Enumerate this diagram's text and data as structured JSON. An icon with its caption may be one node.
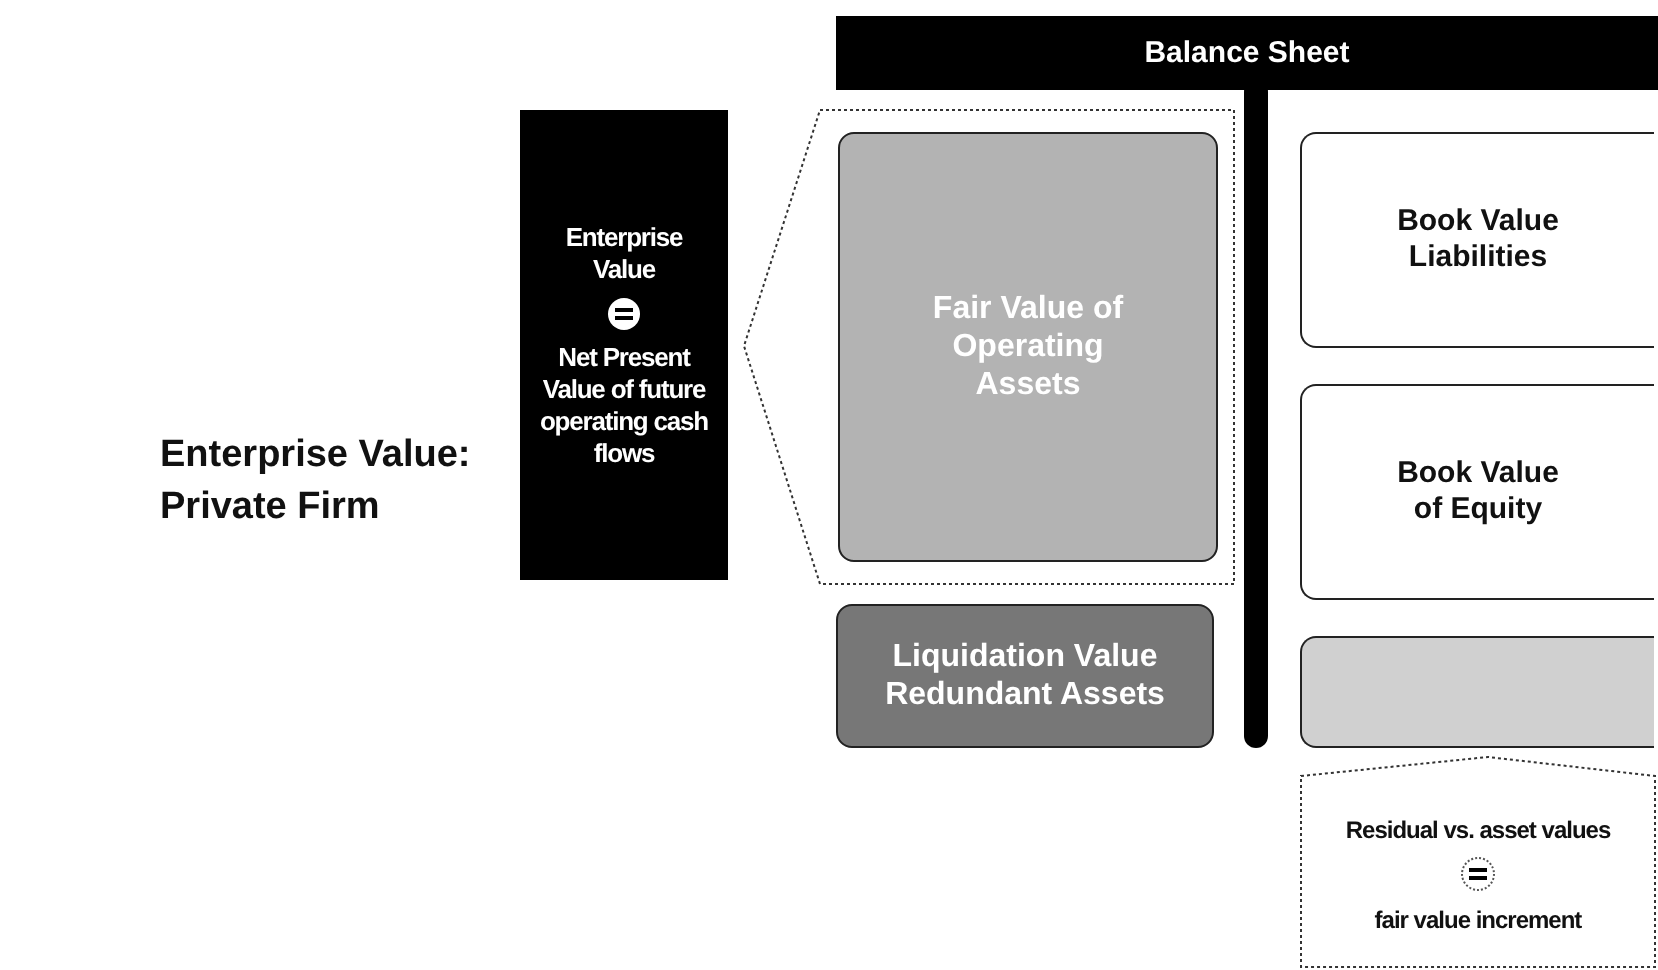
{
  "diagram": {
    "title": "Enterprise Value: Private Firm",
    "nodes": [
      {
        "text": [
          "Balance Sheet"
        ]
      },
      {
        "text": [
          "Enterprise Value",
          "Net Present Value of future operating cash flows"
        ]
      },
      {
        "text": [
          "Fair Value of Operating Assets"
        ]
      },
      {
        "text": [
          "Book Value Liabilities"
        ]
      },
      {
        "text": [
          "Book Value of Equity"
        ]
      },
      {
        "text": [
          "Liquidation Value Redundant Assets"
        ]
      },
      {
        "text": [],
        "shape": "box"
      },
      {
        "text": [
          "Residual vs. asset values",
          "fair value increment"
        ]
      }
    ],
    "edges": []
  }
}
